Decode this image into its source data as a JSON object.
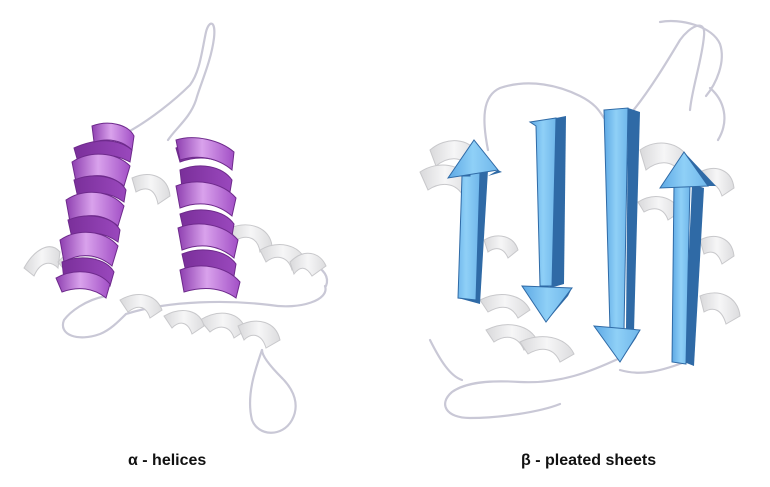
{
  "captions": {
    "left": "α - helices",
    "right": "β - pleated sheets"
  },
  "colors": {
    "helix_purple": "#b25fd3",
    "helix_purple_dark": "#8e3fb0",
    "helix_purple_light": "#d9a2ec",
    "sheet_blue": "#7fc3f2",
    "sheet_blue_dark": "#2f6aa6",
    "ribbon_gray": "#e9e9ea",
    "ribbon_gray_edge": "#c8c8cb",
    "loop_line": "#c9c8d6",
    "caption_text": "#111111"
  },
  "figures": [
    {
      "name": "alpha-helices",
      "highlighted_structures": 2,
      "highlight_color": "helix_purple"
    },
    {
      "name": "beta-pleated-sheets",
      "highlighted_structures": 4,
      "highlight_color": "sheet_blue",
      "strand_directions": [
        "up",
        "down",
        "down",
        "up"
      ]
    }
  ]
}
